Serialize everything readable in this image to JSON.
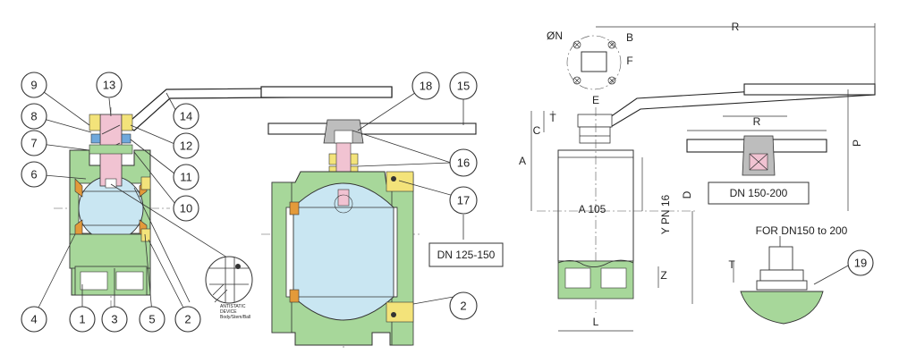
{
  "colors": {
    "body": "#a7d79a",
    "ball": "#c9e6f2",
    "stem": "#f1c3d2",
    "seat": "#e39a3a",
    "nut": "#f3e37a",
    "handle": "#ffffff",
    "bolt_blue": "#6fa8dc",
    "outline": "#333333"
  },
  "part_numbers": [
    "9",
    "13",
    "14",
    "8",
    "12",
    "7",
    "11",
    "6",
    "10",
    "4",
    "1",
    "3",
    "5",
    "2",
    "18",
    "15",
    "16",
    "17",
    "2",
    "19"
  ],
  "section_labels": {
    "size_range_1": "DN 125-150",
    "size_range_2": "DN 150-200",
    "antistatic": [
      "ANTISTATIC",
      "DEVICE",
      "Body/Stem/Ball"
    ],
    "for_sizes": "FOR DN150 to 200"
  },
  "dimension_labels": {
    "R_top": "R",
    "R_small": "R",
    "E": "E",
    "phiN": "ØN",
    "B": "B",
    "F": "F",
    "C": "C",
    "T": "T",
    "A": "A",
    "A105": "A 105",
    "YPN16": "Y PN 16",
    "D": "D",
    "P": "P",
    "Z": "Z",
    "L": "L",
    "T2": "T"
  }
}
